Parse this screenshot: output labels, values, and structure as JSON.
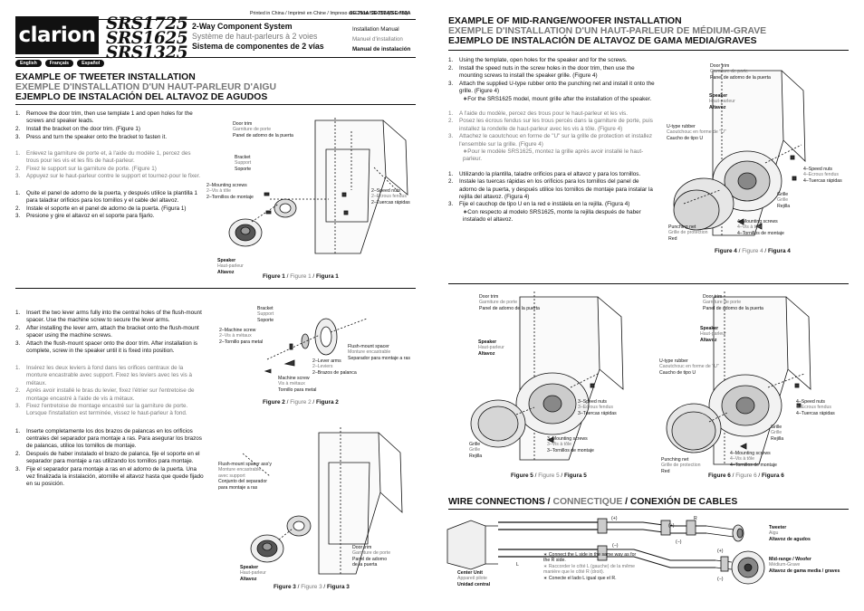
{
  "header": {
    "printed": "Printed in China / Imprimé en Chine / Impreso en China",
    "date": "2003/6 (D-Cmre)",
    "doc_code": "SE-751A/SE-752A/SE-753A",
    "brand": "clarion",
    "models": [
      "SRS1725",
      "SRS1625",
      "SRS1325"
    ],
    "title_en": "2-Way Component System",
    "title_fr": "Système de haut-parleurs à 2 voies",
    "title_es": "Sistema de componentes de 2 vías",
    "manual_en": "Installation Manual",
    "manual_fr": "Manuel d'installation",
    "manual_es": "Manual de instalación",
    "languages": [
      "English",
      "Français",
      "Español"
    ]
  },
  "tweeter": {
    "heading_en": "EXAMPLE OF TWEETER INSTALLATION",
    "heading_fr": "EXEMPLE D'INSTALLATION D'UN HAUT-PARLEUR D'AIGU",
    "heading_es": "EJEMPLO DE INSTALACIÓN DEL ALTAVOZ DE AGUDOS",
    "steps_en": [
      "Remove the door trim, then use template 1 and open holes for the screws and speaker leads.",
      "Install the bracket on the door trim. (Figure 1)",
      "Press and turn the speaker onto the bracket to fasten it."
    ],
    "steps_fr": [
      "Enlevez la garniture de porte et, à l'aide du modèle 1, percez des trous pour les vis et les fils de haut-parleur.",
      "Fixez le support sur la garniture de porte. (Figure 1)",
      "Appuyez sur le haut-parleur contre le support et tournez-pour le fixer."
    ],
    "steps_es": [
      "Quite el panel de adorno de la puerta, y después utilice la plantilla 1 para taladrar orificios para los tornillos y el cable del altavoz.",
      "Instale el soporte en el panel de adorno de la puerta. (Figura 1)",
      "Presione y gire el altavoz en el soporte para fijarlo."
    ],
    "fig1": {
      "door_trim": [
        "Door trim",
        "Garniture de porte",
        "Panel de adorno de la puerta"
      ],
      "bracket": [
        "Bracket",
        "Support",
        "Soporte"
      ],
      "mounting": [
        "2–Mounting screws",
        "2–Vis à tôle",
        "2–Tornillos de montaje"
      ],
      "speed_nuts": [
        "2–Speed nuts",
        "2–Ecrous fendus",
        "2–Tuercas rápidas"
      ],
      "speaker": [
        "Speaker",
        "Haut-parleur",
        "Altavoz"
      ],
      "caption": [
        "Figure 1",
        "Figure 1",
        "Figura 1"
      ]
    },
    "flush_steps_en": [
      "Insert the two lever arms fully into the central holes of the flush-mount spacer. Use the machine screw to secure the lever arms.",
      "After installing the lever arm, attach the bracket onto the flush-mount spacer using the machine screws.",
      "Attach the flush-mount spacer onto the door trim. After installation is complete, screw in the speaker until it is fixed into position."
    ],
    "flush_steps_fr": [
      "Insérez les deux leviers à fond dans les orifices centraux de la monture encastrable avec support. Fixez les leviers avec les vis à métaux.",
      "Après avoir installé le bras du levier, fixez l'étrier sur l'entretoise de montage encastré à l'aide de vis à métaux.",
      "Fixez l'entretoise de montage encastré sur la garniture de porte. Lorsque l'installation est terminée, vissez le haut-parleur à fond."
    ],
    "flush_steps_es": [
      "Inserte completamente los dos brazos de palancas en los orificios centrales del separador para montaje a ras. Para asegurar los brazos de palancas, utilice los tornillos de montaje.",
      "Después de haber instalado el brazo de palanca, fije el soporte en el separador para montaje a ras utilizando los tornillos para montaje.",
      "Fije el separador para montaje a ras en el adorno de la puerta. Una vez finalizada la instalación, atornille el altavoz hasta que quede fijado en su posición."
    ],
    "fig2": {
      "bracket": [
        "Bracket",
        "Support",
        "Soporte"
      ],
      "machine": [
        "2–Machine screw",
        "2–Vis à métaux",
        "2–Tornillo para metal"
      ],
      "flush": [
        "Flush-mount spacer",
        "Monture encastrable",
        "Separador para montaje a ras"
      ],
      "lever": [
        "2–Lever arms",
        "2–Leviers",
        "2–Brazos de palanca"
      ],
      "machine2": [
        "Machine screw",
        "Vis à métaux",
        "Tornillo para metal"
      ],
      "caption": [
        "Figure 2",
        "Figure 2",
        "Figura 2"
      ]
    },
    "fig3": {
      "flush": [
        "Flush-mount spacer ass'y",
        "Monture encastrable",
        "avec support",
        "Conjunto del separador",
        "para montaje a ras"
      ],
      "door": [
        "Door trim",
        "Garniture de porte",
        "Panel de adorno",
        "de la puerta"
      ],
      "speaker": [
        "Speaker",
        "Haut-parleur",
        "Altavoz"
      ],
      "caption": [
        "Figure 3",
        "Figure 3",
        "Figura 3"
      ]
    }
  },
  "midrange": {
    "heading_en": "EXAMPLE OF MID-RANGE/WOOFER INSTALLATION",
    "heading_fr": "EXEMPLE D'INSTALLATION D'UN HAUT-PARLEUR DE MÉDIUM-GRAVE",
    "heading_es": "EJEMPLO DE INSTALACIÓN DE ALTAVOZ DE GAMA MEDIA/GRAVES",
    "steps_en": [
      "Using the template, open holes for the speaker and for the screws.",
      "Install the speed nuts in the screw holes in the door trim, then use the mounting screws to install the speaker grille. (Figure 4)",
      "Attach the supplied U-type rubber onto the punching net and install it onto the grille. (Figure 4)"
    ],
    "note_en": "∗For the SRS1625 model, mount grille after the installation of the speaker.",
    "steps_fr": [
      "A l'aide du modèle, percez des trous pour le haut-parleur et les vis.",
      "Posez les écrous fendus sur les trous percés dans la garniture de porte, puis installez la rondelle de haut-parleur avec les vis à tôle. (Figure 4)",
      "Attachez le caoutchouc en forme de \"U\" sur la grille de protection et installez l'ensemble sur la grille. (Figure 4)"
    ],
    "note_fr": "∗Pour le modèle SRS1625, montez la grille après avoir installé le haut-parleur.",
    "steps_es": [
      "Utilizando la plantilla, taladre orificios para el altavoz y para los tornillos.",
      "Instale las tuercas rápidas en los orificios para los tornillos del panel de adorno de la puerta, y después utilice los tornillos de montaje para instalar la rejilla del altavoz. (Figura 4)",
      "Fije el cauchop de tipo U en la red e instálela en la rejilla. (Figura 4)"
    ],
    "note_es": "∗Con respecto al modelo SRS1625, monte la rejilla después de haber instalado el altavoz.",
    "fig4": {
      "door": [
        "Door trim",
        "Garniture de porte",
        "Panel de adorno de la puerta"
      ],
      "speaker": [
        "Speaker",
        "Haut-parleur",
        "Altavoz"
      ],
      "utype": [
        "U-type rubber",
        "Caoutchouc en forme de \"U\"",
        "Caucho de tipo U"
      ],
      "speed": [
        "4–Speed nuts",
        "4–Ecrous fendus",
        "4–Tuercas rápidas"
      ],
      "grille": [
        "Grille",
        "Grille",
        "Rejilla"
      ],
      "punching": [
        "Punching net",
        "Grille de protection",
        "Red"
      ],
      "mounting": [
        "4–Mounting screws",
        "4–Vis à tôle",
        "4–Tornillos de montaje"
      ],
      "caption": [
        "Figure 4",
        "Figure 4",
        "Figura 4"
      ]
    },
    "fig5": {
      "door": [
        "Door trim",
        "Garniture de porte",
        "Panel de adorno de la puerta"
      ],
      "speaker": [
        "Speaker",
        "Haut-parleur",
        "Altavoz"
      ],
      "speed": [
        "3–Speed nuts",
        "3–Ecrous fendus",
        "3–Tuercas rápidas"
      ],
      "mounting": [
        "3–Mounting screws",
        "3–Vis à tôle",
        "3–Tornillos de montaje"
      ],
      "grille": [
        "Grille",
        "Grille",
        "Rejilla"
      ],
      "caption": [
        "Figure 5",
        "Figure 5",
        "Figura 5"
      ]
    },
    "fig6": {
      "door": [
        "Door trim",
        "Garniture de porte",
        "Panel de adorno de la puerta"
      ],
      "speaker": [
        "Speaker",
        "Haut-parleur",
        "Altavoz"
      ],
      "utype": [
        "U-type rubber",
        "Caoutchouc en forme de \"U\"",
        "Caucho de tipo U"
      ],
      "speed": [
        "4–Speed nuts",
        "4–Ecrous fendus",
        "4–Tuercas rápidas"
      ],
      "grille": [
        "Grille",
        "Grille",
        "Rejilla"
      ],
      "punching": [
        "Punching net",
        "Grille de protection",
        "Red"
      ],
      "mounting": [
        "4–Mounting screws",
        "4–Vis à tôle",
        "4–Tornillos de montaje"
      ],
      "caption": [
        "Figure 6",
        "Figure 6",
        "Figura 6"
      ]
    }
  },
  "wiring": {
    "heading_en": "WIRE CONNECTIONS",
    "heading_fr": "CONNECTIQUE",
    "heading_es": "CONEXIÓN DE CABLES",
    "center": [
      "Center Unit",
      "Appareil pilote",
      "Unidad central"
    ],
    "note_en": "Connect the L side in the same way as for the R side.",
    "note_fr": "Raccorder le côté L (gauche) de la même manière que le côté R (droit).",
    "note_es": "Conecte el lado L igual que el R.",
    "bullet": "∗",
    "r_label": "R",
    "l_label": "L",
    "plus": "(+)",
    "minus": "(−)",
    "tweeter": [
      "Tweeter",
      "Aigu",
      "Altavoz de agudos"
    ],
    "woofer": [
      "Mid-range / Woofer",
      "Médium-Grave",
      "Altavoz de gama media / graves"
    ]
  }
}
